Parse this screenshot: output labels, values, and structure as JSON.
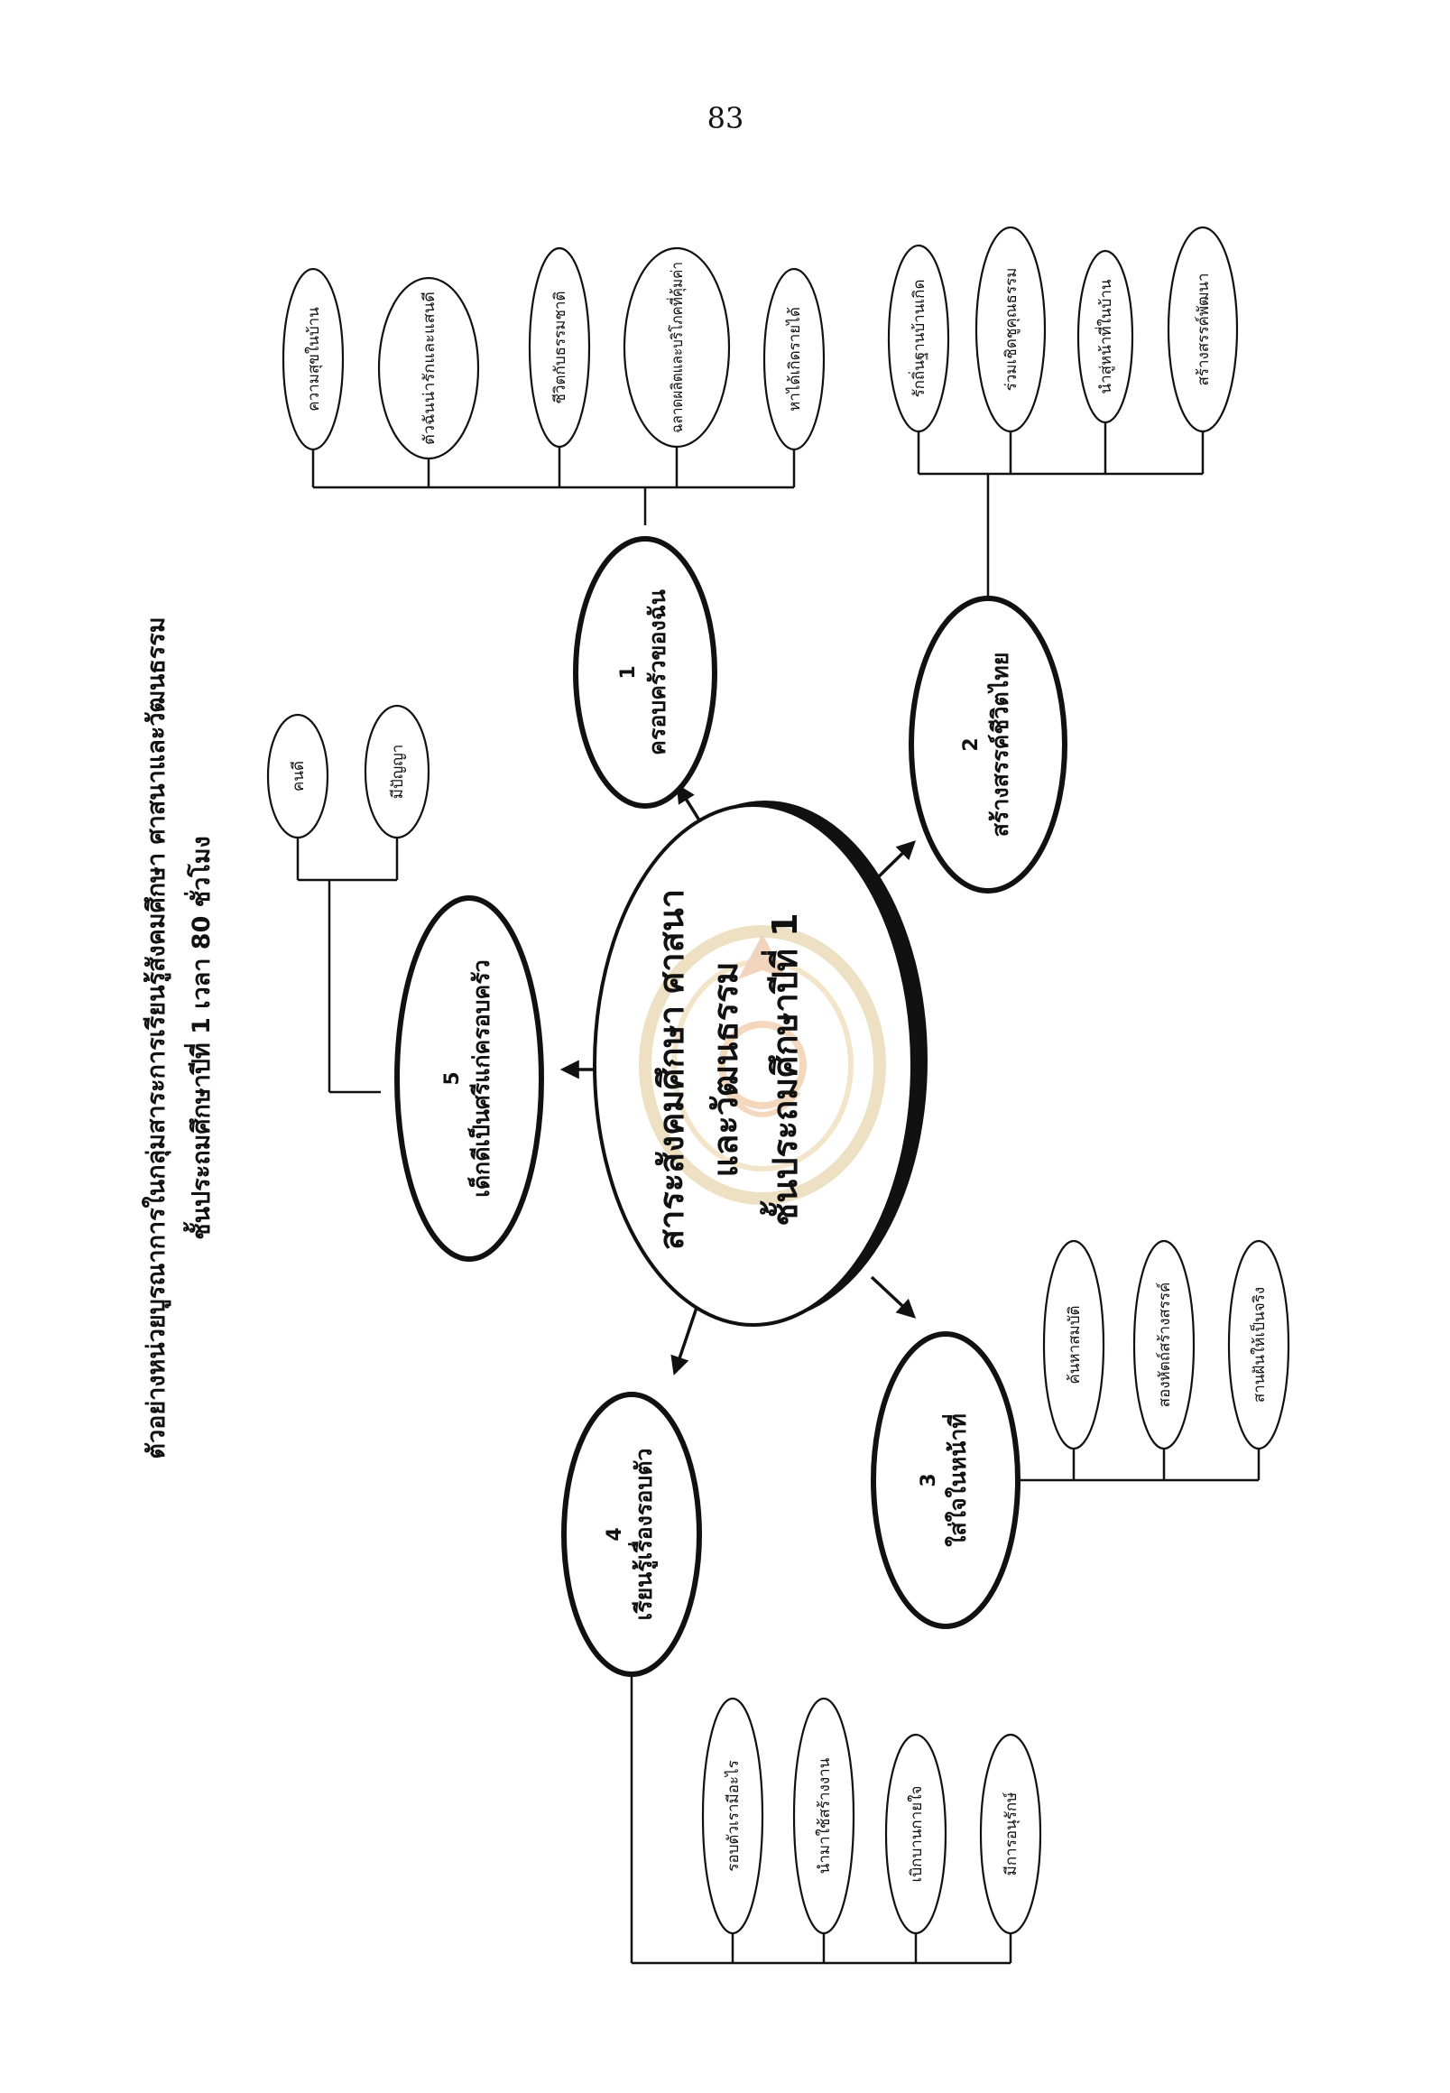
{
  "page_number": "83",
  "title_lines": [
    "ตัวอย่างหน่วยบูรณาการในกลุ่มสาระการเรียนรู้สังคมศึกษา ศาสนาและวัฒนธรรม",
    "ชั้นประถมศึกษาปีที่  1  เวลา  80  ชั่วโมง"
  ],
  "center": {
    "lines": [
      "สาระสังคมศึกษา ศาสนา",
      "และวัฒนธรรม",
      "ชั้นประถมศึกษาปีที่  1"
    ]
  },
  "nodes": [
    {
      "number": "1",
      "label": "ครอบครัวของฉัน",
      "subs": [
        "ความสุขในบ้าน",
        "ตัวฉันน่ารักและแสนดี",
        "ชีวิตกับธรรมชาติ",
        "ฉลาดผลิตและบริโภคที่คุ้มค่า",
        "หาได้เกิดรายได้"
      ]
    },
    {
      "number": "2",
      "label": "สร้างสรรค์ชีวิตไทย",
      "subs": [
        "รักถิ่นฐานบ้านเกิด",
        "ร่วมเชิดชูคุณธรรม",
        "นำสู่หน้าที่ในบ้าน",
        "สร้างสรรค์พัฒนา"
      ]
    },
    {
      "number": "3",
      "label": "ใส่ใจในหน้าที่",
      "subs": [
        "ค้นหาสมบัติ",
        "สองหัตถ์สร้างสรรค์",
        "สานฝันให้เป็นจริง"
      ]
    },
    {
      "number": "4",
      "label": "เรียนรู้เรื่องรอบตัว",
      "subs": [
        "รอบตัวเรามีอะไร",
        "นำมาใช้สร้างงาน",
        "เบิกบานกายใจ",
        "มีการอนุรักษ์"
      ]
    },
    {
      "number": "5",
      "label": "เด็กดีเป็นศรีแก่ครอบครัว",
      "subs": [
        "คนดี",
        "มีปัญญา"
      ]
    }
  ]
}
